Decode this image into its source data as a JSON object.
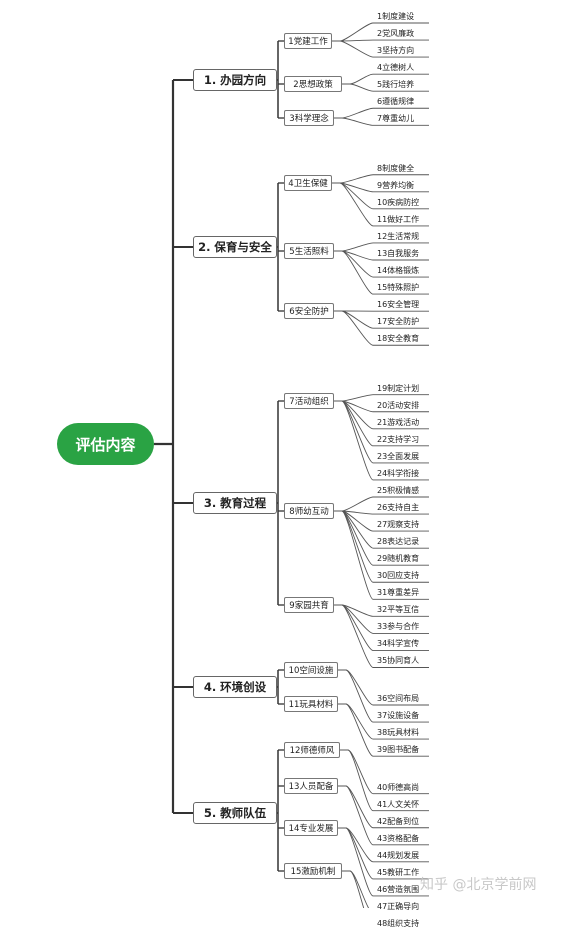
{
  "root": {
    "label": "评估内容"
  },
  "branches": [
    {
      "label": "1. 办园方向",
      "children": [
        {
          "label": "1党建工作",
          "leaves": [
            "1制度建设",
            "2党风廉政",
            "3坚持方向"
          ]
        },
        {
          "label": "2思想政策",
          "leaves": [
            "4立德树人",
            "5践行培养"
          ]
        },
        {
          "label": "3科学理念",
          "leaves": [
            "6遵循规律",
            "7尊重幼儿"
          ]
        }
      ]
    },
    {
      "label": "2. 保育与安全",
      "children": [
        {
          "label": "4卫生保健",
          "leaves": [
            "8制度健全",
            "9营养均衡",
            "10疾病防控",
            "11做好工作"
          ]
        },
        {
          "label": "5生活照料",
          "leaves": [
            "12生活常规",
            "13自我服务",
            "14体格锻炼",
            "15特殊照护"
          ]
        },
        {
          "label": "6安全防护",
          "leaves": [
            "16安全管理",
            "17安全防护",
            "18安全教育"
          ]
        }
      ]
    },
    {
      "label": "3. 教育过程",
      "children": [
        {
          "label": "7活动组织",
          "leaves": [
            "19制定计划",
            "20活动安排",
            "21游戏活动",
            "22支持学习",
            "23全面发展",
            "24科学衔接"
          ]
        },
        {
          "label": "8师幼互动",
          "leaves": [
            "25积极情感",
            "26支持自主",
            "27观察支持",
            "28表达记录",
            "29随机教育",
            "30回应支持",
            "31尊重差异"
          ]
        },
        {
          "label": "9家园共育",
          "leaves": [
            "32平等互信",
            "33参与合作",
            "34科学宣传",
            "35协同育人"
          ]
        }
      ]
    },
    {
      "label": "4. 环境创设",
      "children": [
        {
          "label": "10空间设施",
          "leaves": [
            "36空间布局",
            "37设施设备"
          ]
        },
        {
          "label": "11玩具材料",
          "leaves": [
            "38玩具材料",
            "39图书配备"
          ]
        }
      ]
    },
    {
      "label": "5. 教师队伍",
      "children": [
        {
          "label": "12师德师风",
          "leaves": [
            "40师德高尚",
            "41人文关怀"
          ]
        },
        {
          "label": "13人员配备",
          "leaves": [
            "42配备到位",
            "43资格配备"
          ]
        },
        {
          "label": "14专业发展",
          "leaves": [
            "44规划发展",
            "45教研工作",
            "46营造氛围"
          ]
        },
        {
          "label": "15激励机制",
          "leaves": [
            "47正确导向",
            "48组织支持"
          ]
        }
      ]
    }
  ],
  "watermark": "知乎 @北京学前网",
  "colors": {
    "root_fill": "#2aa344",
    "line": "#333333",
    "leaf_line": "#555555"
  }
}
